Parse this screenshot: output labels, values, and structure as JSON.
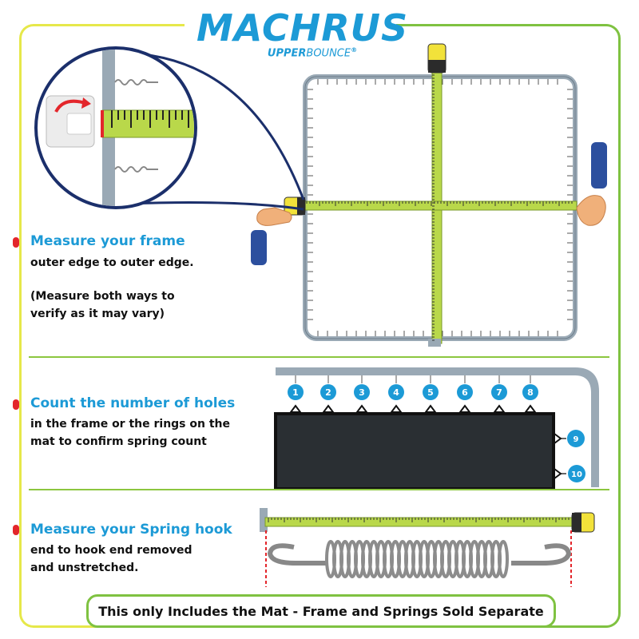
{
  "logo": {
    "brand": "MACHRUS",
    "sub_bold": "UPPER",
    "sub_light": "BOUNCE",
    "registered": "®"
  },
  "sections": [
    {
      "title": "Measure your frame",
      "lines": [
        "outer edge to outer edge.",
        "",
        "(Measure both ways to",
        "verify as it may vary)"
      ]
    },
    {
      "title": "Count the number of holes",
      "lines": [
        "in the frame or the rings on the",
        "mat to confirm spring count"
      ]
    },
    {
      "title": "Measure your Spring hook",
      "lines": [
        "end to hook end removed",
        "and unstretched."
      ]
    }
  ],
  "hole_numbers": [
    "1",
    "2",
    "3",
    "4",
    "5",
    "6",
    "7",
    "8",
    "9",
    "10"
  ],
  "footer": "This only Includes the Mat - Frame and Springs Sold Separate",
  "colors": {
    "brand_blue": "#1c9ad6",
    "accent_green": "#7fc241",
    "accent_yellow": "#e6e84a",
    "bullet_red": "#e3262b",
    "tape_green": "#b9d84a",
    "frame_gray": "#9aa9b5"
  }
}
